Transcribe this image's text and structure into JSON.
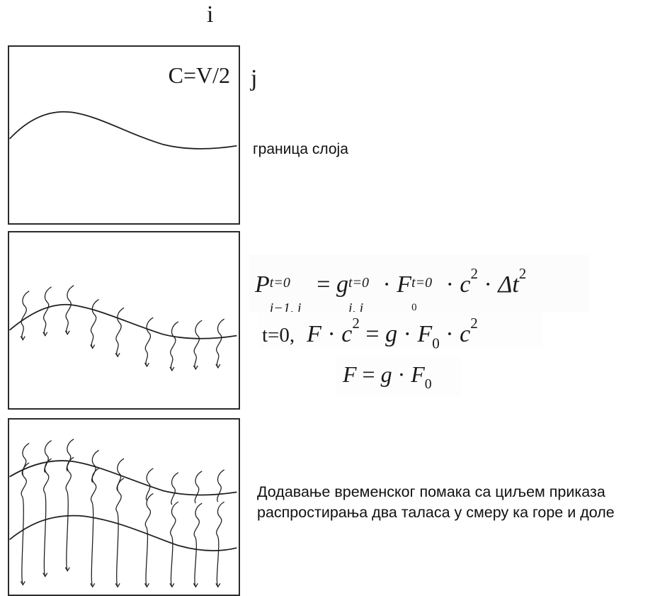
{
  "labels": {
    "column_index": "i",
    "row_index": "j",
    "velocity_relation": "C=V/2",
    "layer_boundary": "граница слоја"
  },
  "equations": {
    "eq1": {
      "P": "P",
      "P_sup": "t=0",
      "P_sub": "i−1, j",
      "eq": "=",
      "g": "g",
      "g_sup": "t=0",
      "g_sub": "i, j",
      "dot1": "·",
      "F": "F",
      "F_sup": "t=0",
      "F_sub": "0",
      "dot2": "·",
      "c": "c",
      "c_sup": "2",
      "dot3": "·",
      "dt": "Δt",
      "dt_sup": "2"
    },
    "eq2": {
      "prefix": "t=0,",
      "F": "F",
      "dot1": "·",
      "c": "c",
      "c_sup": "2",
      "eq": "=",
      "g": "g",
      "dot2": "·",
      "F0": "F",
      "F0_sub": "0",
      "dot3": "·",
      "c2": "c",
      "c2_sup": "2"
    },
    "eq3": {
      "F": "F",
      "eq": "=",
      "g": "g",
      "dot": "·",
      "F0": "F",
      "F0_sub": "0"
    }
  },
  "caption": "Додавање временског помака са циљем приказа распростирања два таласа у смеру ка горе и доле",
  "colors": {
    "line": "#1f1f1f",
    "border": "#2b2b2b"
  }
}
